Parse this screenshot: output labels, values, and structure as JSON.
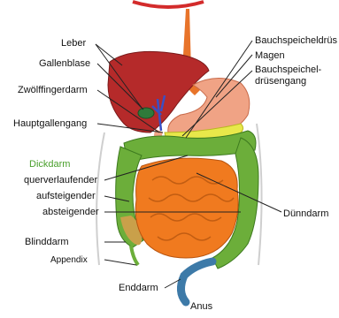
{
  "labels": {
    "leber": "Leber",
    "gallenblase": "Gallenblase",
    "zwoelffingerdarm": "Zwölffingerdarm",
    "hauptgallengang": "Hauptgallengang",
    "dickdarm": "Dickdarm",
    "querverlaufender": "querverlaufender",
    "aufsteigender": "aufsteigender",
    "absteigender": "absteigender",
    "blinddarm": "Blinddarm",
    "appendix": "Appendix",
    "enddarm": "Enddarm",
    "anus": "Anus",
    "bauchspeicheldruese": "Bauchspeicheldrüs",
    "magen": "Magen",
    "bauchspeichel_line1": "Bauchspeichel-",
    "bauchspeichel_line2": "drüsengang",
    "duenndarm": "Dünndarm"
  },
  "colors": {
    "liver": "#b52a2a",
    "stomach": "#f0a385",
    "esophagus": "#e8742a",
    "colon": "#6cae3a",
    "small_intestine": "#f07a1f",
    "pancreas": "#e8e84a",
    "rectum": "#3d7aa8",
    "label_green": "#4aa02c"
  }
}
